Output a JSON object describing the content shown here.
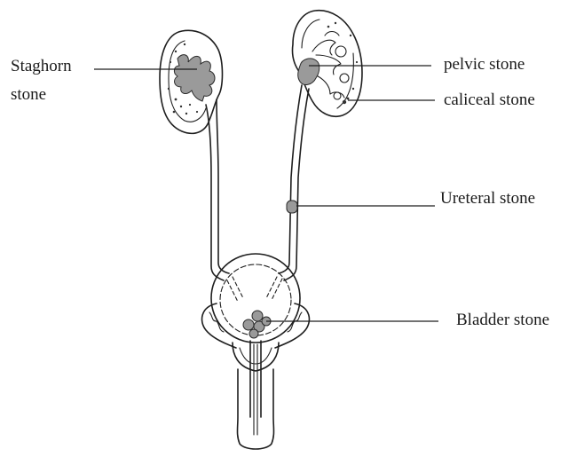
{
  "labels": {
    "staghorn_line1": "Staghorn",
    "staghorn_line2": "stone",
    "pelvic": "pelvic stone",
    "caliceal": "caliceal stone",
    "ureteral": "Ureteral stone",
    "bladder": "Bladder stone"
  },
  "colors": {
    "ink": "#1e1e1e",
    "stone_fill": "#9a9a9a",
    "background": "#ffffff"
  }
}
